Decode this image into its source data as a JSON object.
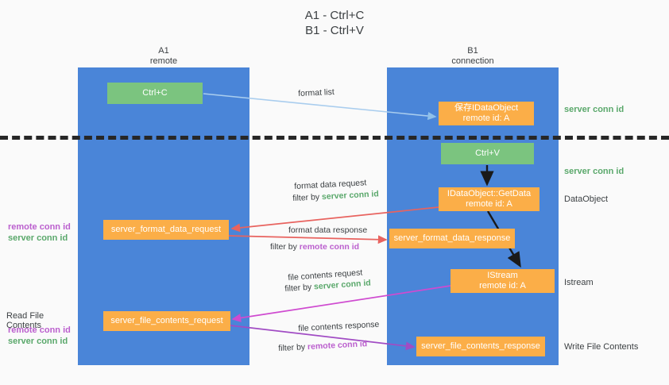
{
  "title": {
    "line1": "A1 - Ctrl+C",
    "line2": "B1 - Ctrl+V"
  },
  "columns": [
    {
      "id": "a1",
      "name": "A1",
      "role": "remote"
    },
    {
      "id": "b1",
      "name": "B1",
      "role": "connection"
    }
  ],
  "nodes": [
    {
      "id": "ctrl-c",
      "lane": "a1",
      "color": "green",
      "line1": "Ctrl+C",
      "line2": ""
    },
    {
      "id": "save-idataobject",
      "lane": "b1",
      "color": "orange",
      "line1": "保存IDataObject",
      "line2": "remote id: A"
    },
    {
      "id": "ctrl-v",
      "lane": "b1",
      "color": "green",
      "line1": "Ctrl+V",
      "line2": ""
    },
    {
      "id": "idataobject-getdata",
      "lane": "b1",
      "color": "orange",
      "line1": "IDataObject::GetData",
      "line2": "remote id: A"
    },
    {
      "id": "format-data-request",
      "lane": "a1",
      "color": "orange",
      "line1": "server_format_data_request",
      "line2": ""
    },
    {
      "id": "format-data-response",
      "lane": "b1",
      "color": "orange",
      "line1": "server_format_data_response",
      "line2": ""
    },
    {
      "id": "istream",
      "lane": "b1",
      "color": "orange",
      "line1": "IStream",
      "line2": "remote id: A"
    },
    {
      "id": "file-contents-request",
      "lane": "a1",
      "color": "orange",
      "line1": "server_file_contents_request",
      "line2": ""
    },
    {
      "id": "file-contents-response",
      "lane": "b1",
      "color": "orange",
      "line1": "server_file_contents_response",
      "line2": ""
    }
  ],
  "right_annotations": [
    {
      "id": "server-conn-id-1",
      "text": "server conn id",
      "style": "green"
    },
    {
      "id": "server-conn-id-2",
      "text": "server conn id",
      "style": "green"
    },
    {
      "id": "dataobject",
      "text": "DataObject",
      "style": "plain"
    },
    {
      "id": "istream",
      "text": "Istream",
      "style": "plain"
    },
    {
      "id": "write-file",
      "text": "Write File Contents",
      "style": "plain"
    }
  ],
  "left_annotations": {
    "read_file_contents": "Read File Contents",
    "remote_conn_id": "remote conn id",
    "server_conn_id": "server conn id"
  },
  "edge_labels": {
    "format_list": "format list",
    "format_data_request": "format data request",
    "format_data_response": "format data response",
    "file_contents_request": "file contents request",
    "file_contents_response": "file contents response",
    "filter_by": "filter by",
    "server_conn_id": "server conn id",
    "remote_conn_id": "remote conn id"
  },
  "colors": {
    "lane_blue": "#4a85d8",
    "node_green": "#7bc47f",
    "node_orange": "#fbae48",
    "accent_green_text": "#5aa86b",
    "accent_pink_text": "#bb5fce",
    "arrow_lightblue": "#a9cdee",
    "arrow_red": "#e8635f",
    "arrow_magenta": "#cf4bd0",
    "arrow_purple": "#a14cc4",
    "arrow_black": "#1a1a1a",
    "background": "#fafafa"
  }
}
